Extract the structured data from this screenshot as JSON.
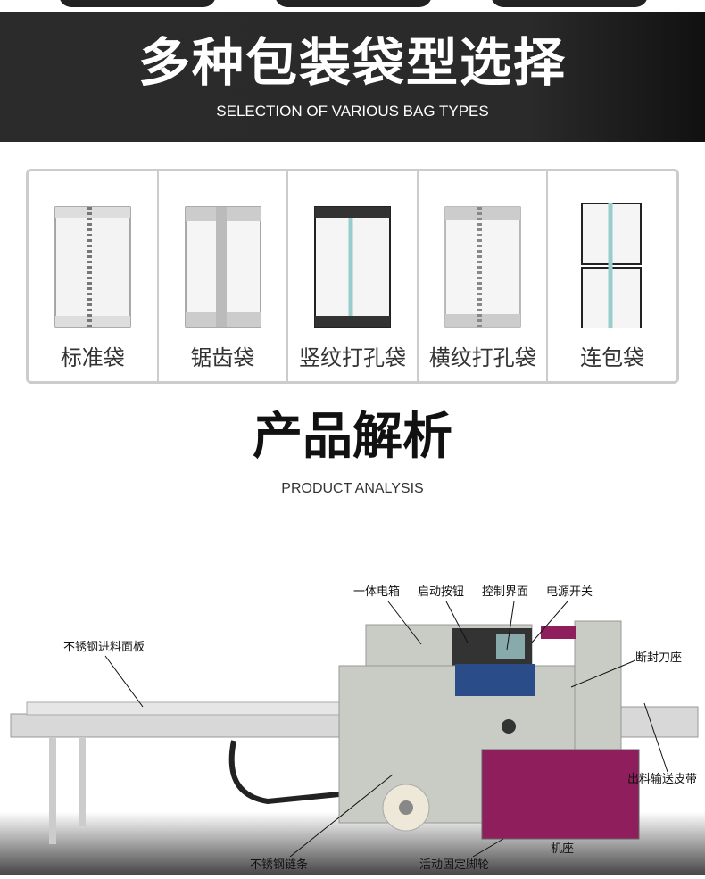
{
  "banner": {
    "title": "多种包装袋型选择",
    "subtitle": "SELECTION OF VARIOUS BAG TYPES"
  },
  "bag_types": [
    {
      "label": "标准袋"
    },
    {
      "label": "锯齿袋"
    },
    {
      "label": "竖纹打孔袋"
    },
    {
      "label": "横纹打孔袋"
    },
    {
      "label": "连包袋"
    }
  ],
  "analysis": {
    "title": "产品解析",
    "subtitle": "PRODUCT ANALYSIS"
  },
  "machine_labels": {
    "feed_panel": "不锈钢进料面板",
    "electric_box": "一体电箱",
    "start_button": "启动按钮",
    "control_panel": "控制界面",
    "power_switch": "电源开关",
    "cutter_seat": "断封刀座",
    "output_belt": "出料输送皮带",
    "chain": "不锈钢链条",
    "casters": "活动固定脚轮",
    "base": "机座"
  },
  "colors": {
    "banner": "#2a2a2a",
    "machine_body": "#c9ccc4",
    "base_door": "#8e1f5c"
  }
}
